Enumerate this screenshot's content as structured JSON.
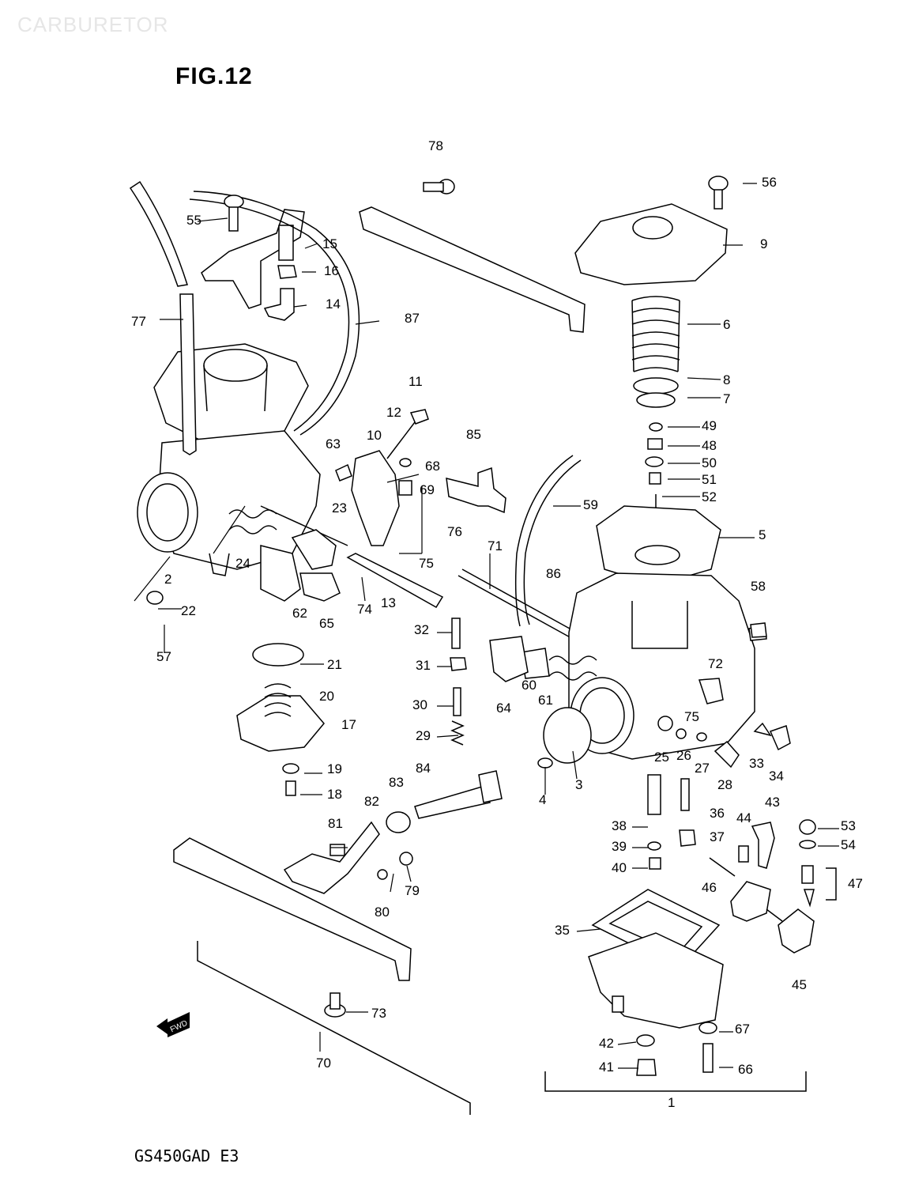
{
  "header": {
    "watermark": "CARBURETOR",
    "figure_title": "FIG.12",
    "model_code": "GS450GAD E3"
  },
  "diagram": {
    "fwd_label": "FWD",
    "callouts": [
      "1",
      "2",
      "3",
      "4",
      "5",
      "6",
      "7",
      "8",
      "9",
      "10",
      "11",
      "12",
      "13",
      "14",
      "15",
      "16",
      "17",
      "18",
      "19",
      "20",
      "21",
      "22",
      "23",
      "24",
      "25",
      "26",
      "27",
      "28",
      "29",
      "30",
      "31",
      "32",
      "33",
      "34",
      "35",
      "36",
      "37",
      "38",
      "39",
      "40",
      "41",
      "42",
      "43",
      "44",
      "45",
      "46",
      "47",
      "48",
      "49",
      "50",
      "51",
      "52",
      "53",
      "54",
      "55",
      "56",
      "57",
      "58",
      "59",
      "60",
      "61",
      "62",
      "63",
      "64",
      "65",
      "66",
      "67",
      "68",
      "69",
      "70",
      "71",
      "72",
      "73",
      "74",
      "75",
      "75",
      "76",
      "77",
      "78",
      "79",
      "80",
      "81",
      "82",
      "83",
      "84",
      "85",
      "86",
      "87"
    ]
  }
}
